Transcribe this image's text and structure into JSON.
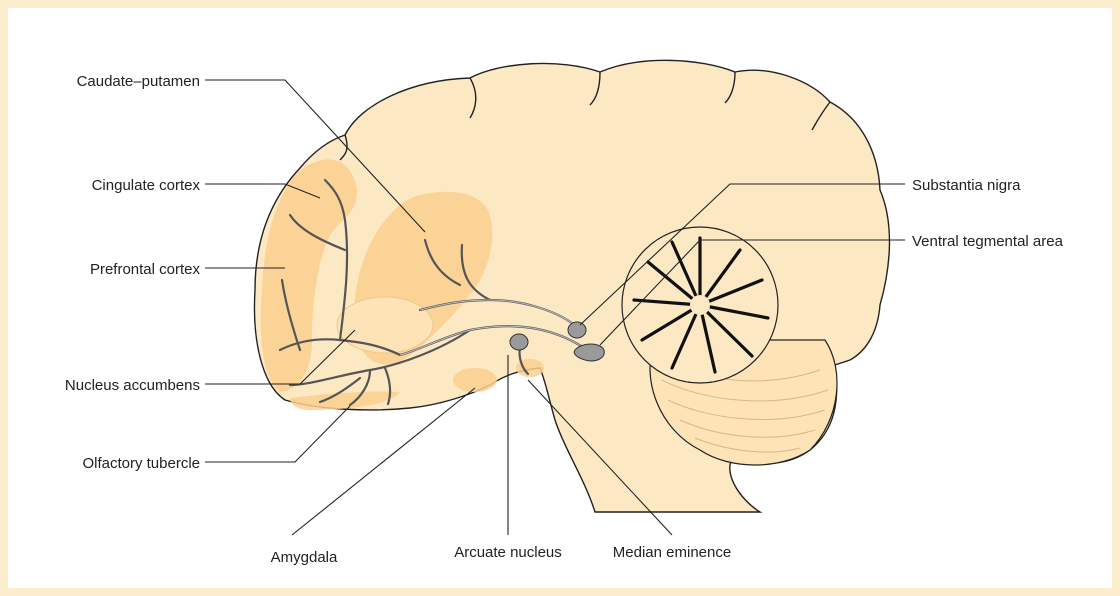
{
  "labels": {
    "caudate_putamen": "Caudate–putamen",
    "cingulate_cortex": "Cingulate cortex",
    "prefrontal_cortex": "Prefrontal cortex",
    "nucleus_accumbens": "Nucleus accumbens",
    "olfactory_tubercle": "Olfactory tubercle",
    "amygdala": "Amygdala",
    "arcuate_nucleus": "Arcuate nucleus",
    "median_eminence": "Median eminence",
    "substantia_nigra": "Substantia nigra",
    "ventral_tegmental_area": "Ventral tegmental area"
  },
  "colors": {
    "background": "#fdedcf",
    "brain_fill": "#fde8c4",
    "region_fill": "#fbcf8f",
    "pathway": "#555555",
    "nucleus": "#9a9a9a"
  }
}
